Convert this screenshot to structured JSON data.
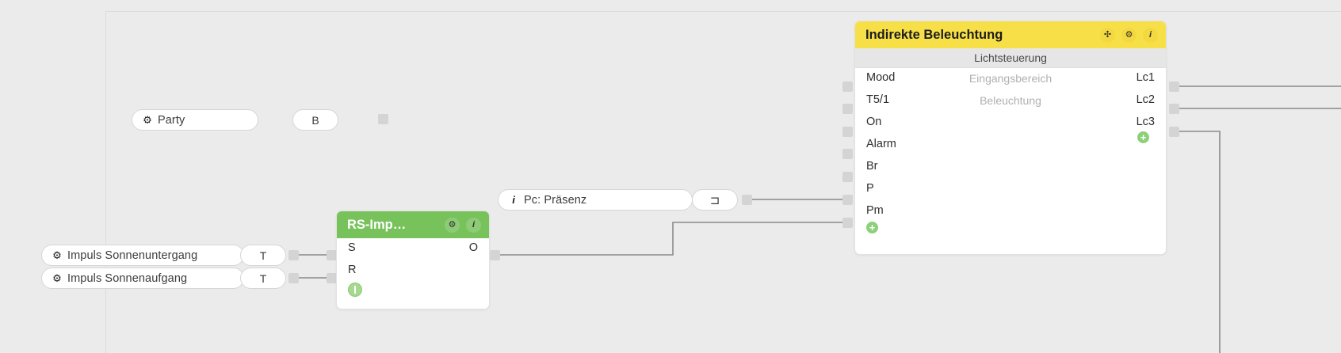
{
  "canvas": {
    "background": "#ebebeb",
    "sheet_border_color": "#dcdcdc"
  },
  "nodes": {
    "party": {
      "icon": "gear-icon",
      "label": "Party",
      "badge": "B"
    },
    "impuls_sonnenuntergang": {
      "icon": "gear-icon",
      "label": "Impuls Sonnenuntergang",
      "badge": "T"
    },
    "impuls_sonnenaufgang": {
      "icon": "gear-icon",
      "label": "Impuls Sonnenaufgang",
      "badge": "T"
    },
    "pc_praesenz": {
      "icon": "info-icon",
      "label": "Pc: Präsenz",
      "badge": "⊐"
    }
  },
  "rs_block": {
    "title": "RS-Imp…",
    "header_color": "#78c25c",
    "icons": [
      "gear-icon",
      "info-icon"
    ],
    "inputs": [
      "S",
      "R"
    ],
    "outputs": [
      "O"
    ],
    "footer_icon": "state-led-icon"
  },
  "light_block": {
    "title": "Indirekte Beleuchtung",
    "header_color": "#f7e047",
    "icons": [
      "move-icon",
      "gear-icon",
      "info-icon"
    ],
    "subtitle": "Lichtsteuerung",
    "inputs": [
      "Mood",
      "T5/1",
      "On",
      "Alarm",
      "Br",
      "P",
      "Pm"
    ],
    "center_labels": [
      "Eingangsbereich",
      "Beleuchtung"
    ],
    "outputs": [
      "Lc1",
      "Lc2",
      "Lc3"
    ],
    "add_output_icon": "plus-circle-icon",
    "add_input_icon": "plus-circle-icon"
  }
}
